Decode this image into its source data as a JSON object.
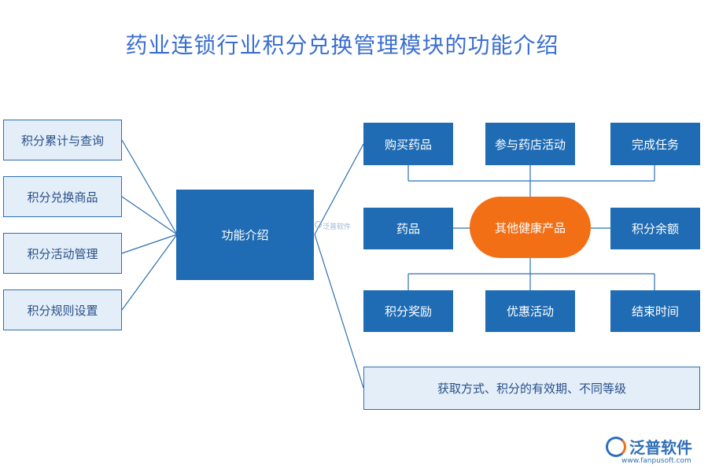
{
  "title": "药业连锁行业积分兑换管理模块的功能介绍",
  "left_items": [
    "积分累计与查询",
    "积分兑换商品",
    "积分活动管理",
    "积分规则设置"
  ],
  "hub_label": "功能介绍",
  "top_row": [
    "购买药品",
    "参与药店活动",
    "完成任务"
  ],
  "middle_left": "药品",
  "center_label": "其他健康产品",
  "middle_right": "积分余额",
  "bottom_row": [
    "积分奖励",
    "优惠活动",
    "结束时间"
  ],
  "bottom_bar": "获取方式、积分的有效期、不同等级",
  "watermark": "泛普软件",
  "logo": {
    "name": "泛普软件",
    "url": "www.fanpusoft.com"
  },
  "colors": {
    "dark_box": "#1f6cb4",
    "light_box": "#e3eef9",
    "center": "#f26f16",
    "line": "#2c6fb3",
    "title": "#3a6fd0"
  }
}
